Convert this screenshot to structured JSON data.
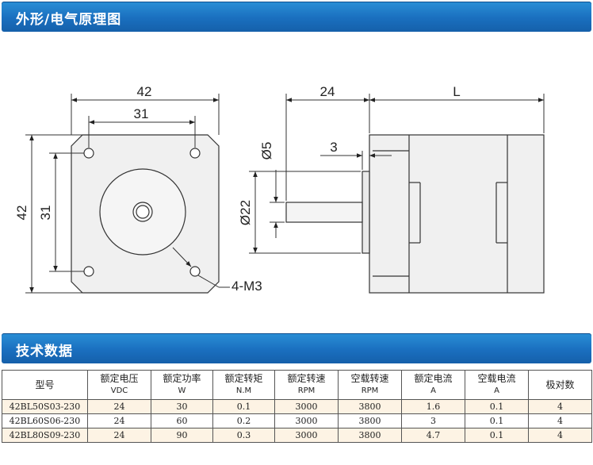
{
  "sections": {
    "outline_title": "外形/电气原理图",
    "tech_title": "技术数据"
  },
  "drawing": {
    "front": {
      "width": "42",
      "hole_spacing_h": "31",
      "height": "42",
      "hole_spacing_v": "31",
      "holes": "4-M3"
    },
    "side": {
      "shaft_length": "24",
      "body_length": "L",
      "flange": "3",
      "shaft_diameter": "Ø5",
      "boss_diameter": "Ø22"
    }
  },
  "table": {
    "headers": [
      {
        "name": "型号",
        "unit": ""
      },
      {
        "name": "额定电压",
        "unit": "VDC"
      },
      {
        "name": "额定功率",
        "unit": "W"
      },
      {
        "name": "额定转矩",
        "unit": "N.M"
      },
      {
        "name": "额定转速",
        "unit": "RPM"
      },
      {
        "name": "空载转速",
        "unit": "RPM"
      },
      {
        "name": "额定电流",
        "unit": "A"
      },
      {
        "name": "空载电流",
        "unit": "A"
      },
      {
        "name": "极对数",
        "unit": ""
      }
    ],
    "rows": [
      [
        "42BL50S03-230",
        "24",
        "30",
        "0.1",
        "3000",
        "3800",
        "1.6",
        "0.1",
        "4"
      ],
      [
        "42BL60S06-230",
        "24",
        "60",
        "0.2",
        "3000",
        "3800",
        "3",
        "0.1",
        "4"
      ],
      [
        "42BL80S09-230",
        "24",
        "90",
        "0.3",
        "3000",
        "3800",
        "4.7",
        "0.1",
        "4"
      ]
    ]
  }
}
